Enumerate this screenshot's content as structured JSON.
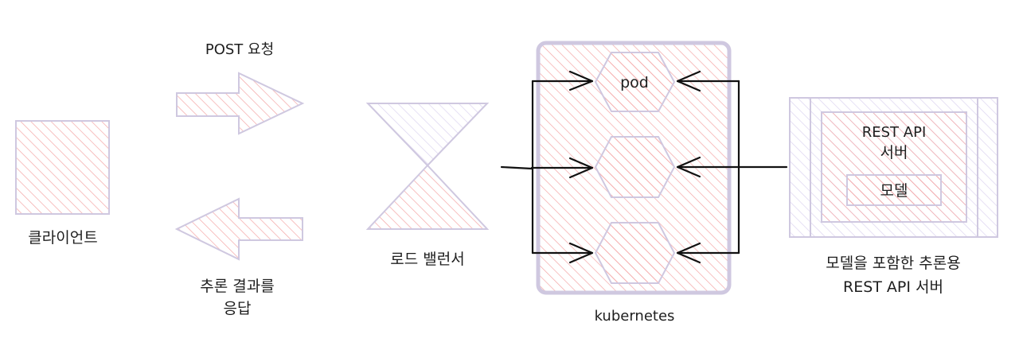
{
  "labels": {
    "client": "클라이언트",
    "post_request": "POST 요청",
    "response_line1": "추론 결과를",
    "response_line2": "응답",
    "load_balancer": "로드 밸런서",
    "pod": "pod",
    "kubernetes": "kubernetes",
    "rest_api_line1": "REST API",
    "rest_api_line2": "서버",
    "model": "모델",
    "server_desc_line1": "모델을 포함한 추론용",
    "server_desc_line2": "REST API 서버"
  },
  "colors": {
    "hatch_red": "#f4a6a6",
    "hatch_purple": "#dcd3f0",
    "stroke_lavender": "#cfc8e0",
    "stroke_black": "#111111"
  }
}
